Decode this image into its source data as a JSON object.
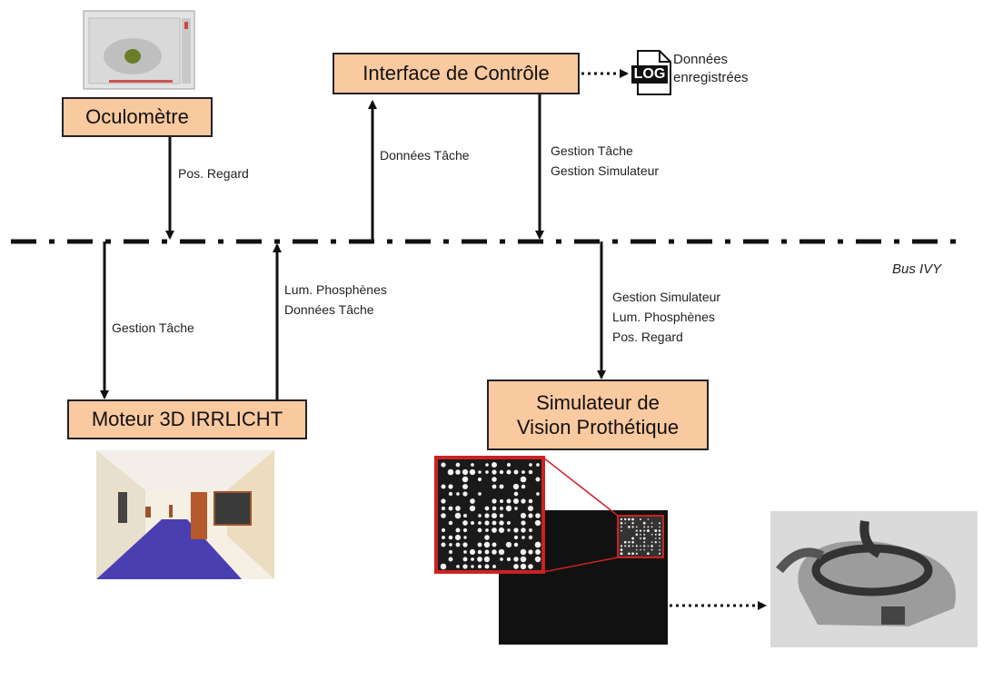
{
  "boxes": {
    "oculometre": "Oculomètre",
    "interface": "Interface de Contrôle",
    "moteur": "Moteur 3D IRRLICHT",
    "simulateur_line1": "Simulateur de",
    "simulateur_line2": "Vision Prothétique"
  },
  "log": {
    "icon_text": "LOG",
    "label_line1": "Données",
    "label_line2": "enregistrées"
  },
  "labels": {
    "pos_regard": "Pos. Regard",
    "donnees_tache": "Données Tâche",
    "gestion_tache_top": "Gestion Tâche",
    "gestion_simulateur_top": "Gestion Simulateur",
    "bus": "Bus IVY",
    "gestion_tache_left": "Gestion Tâche",
    "lum_phosphenes_left": "Lum. Phosphènes",
    "donnees_tache_left": "Données Tâche",
    "gestion_simulateur_right": "Gestion Simulateur",
    "lum_phosphenes_right": "Lum. Phosphènes",
    "pos_regard_right": "Pos. Regard"
  },
  "colors": {
    "box_fill": "#f9c9a0",
    "line": "#111111",
    "inset_border": "#cc2222",
    "floor": "#4a3fb0"
  }
}
